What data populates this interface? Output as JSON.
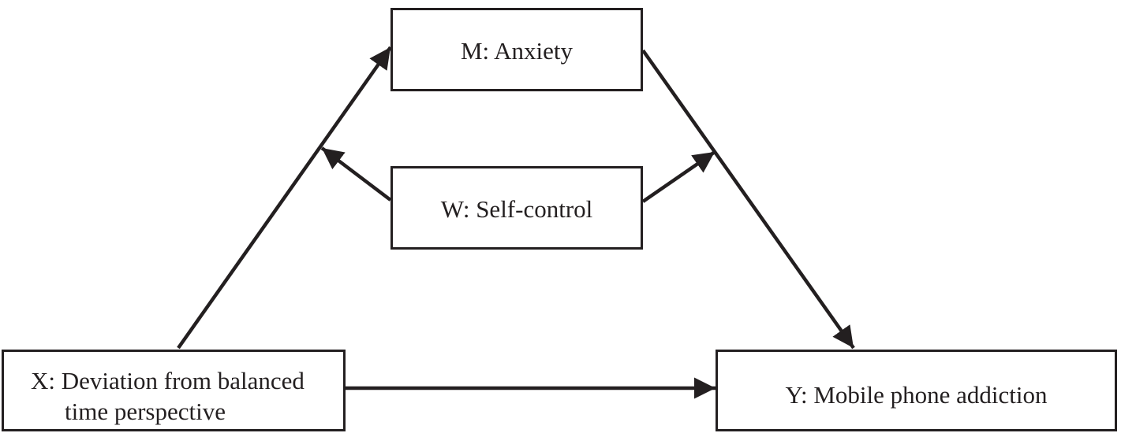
{
  "nodes": {
    "mediator": {
      "label": "M: Anxiety"
    },
    "moderator": {
      "label": "W: Self-control"
    },
    "predictor": {
      "label_line1": "X: Deviation from balanced",
      "label_line2": "time perspective"
    },
    "outcome": {
      "label": "Y: Mobile phone addiction"
    }
  },
  "colors": {
    "stroke": "#231f20",
    "background": "#ffffff"
  }
}
